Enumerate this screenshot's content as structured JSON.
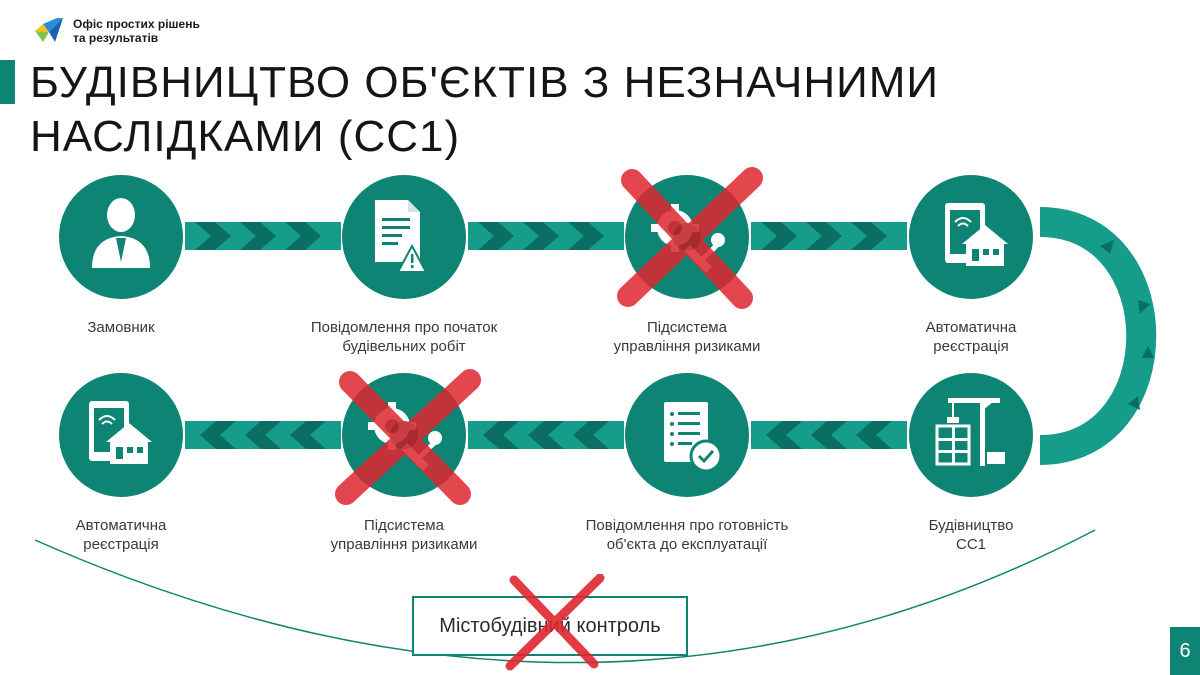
{
  "logo": {
    "line1": "Офіс простих рішень",
    "line2": "та результатів"
  },
  "title": "БУДІВНИЦТВО ОБ'ЄКТІВ З НЕЗНАЧНИМИ НАСЛІДКАМИ (СС1)",
  "top_row": [
    {
      "label_l1": "Замовник",
      "label_l2": "",
      "icon": "user-icon",
      "crossed": false
    },
    {
      "label_l1": "Повідомлення про початок",
      "label_l2": "будівельних робіт",
      "icon": "document-warning-icon",
      "crossed": false
    },
    {
      "label_l1": "Підсистема",
      "label_l2": "управління ризиками",
      "icon": "gear-wrench-icon",
      "crossed": true
    },
    {
      "label_l1": "Автоматична",
      "label_l2": "реєстрація",
      "icon": "tablet-house-icon",
      "crossed": false
    }
  ],
  "bottom_row": [
    {
      "label_l1": "Автоматична",
      "label_l2": "реєстрація",
      "icon": "tablet-house-icon",
      "crossed": false
    },
    {
      "label_l1": "Підсистема",
      "label_l2": "управління ризиками",
      "icon": "gear-wrench-icon",
      "crossed": true
    },
    {
      "label_l1": "Повідомлення про готовність",
      "label_l2": "об'єкта до експлуатації",
      "icon": "document-check-icon",
      "crossed": false
    },
    {
      "label_l1": "Будівництво",
      "label_l2": "СС1",
      "icon": "construction-crane-icon",
      "crossed": false
    }
  ],
  "control_box": {
    "label": "Містобудівний контроль",
    "crossed": true
  },
  "page_number": "6",
  "colors": {
    "teal": "#0e8474",
    "teal_light": "#169c8b",
    "chevron": "#0b6e62",
    "cross": "#e0262e"
  }
}
